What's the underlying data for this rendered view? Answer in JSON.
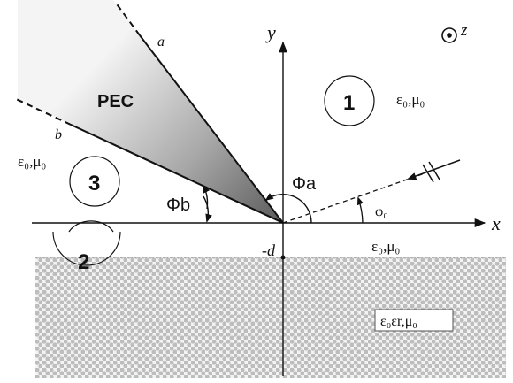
{
  "labels": {
    "pec": "PEC",
    "edge_a": "a",
    "edge_b": "b",
    "axis_y": "y",
    "axis_x": "x",
    "axis_z": "z",
    "region_1": "1",
    "region_2": "2",
    "region_3": "3",
    "medium_1": "ε₀,μ₀",
    "medium_3": "ε₀,μ₀",
    "medium_x": "ε₀,μ₀",
    "medium_substrate": "ε₀εr,μ₀",
    "angle_phi_a": "Φa",
    "angle_phi_b": "Φb",
    "angle_phi_0": "φ₀",
    "depth_d": "-d"
  },
  "colors": {
    "pec_dark": "#5a5a5a",
    "pec_light": "#f2f2f2",
    "dot_fill": "#bdbdbd",
    "substrate_bg": "#eeeeee",
    "ink": "#111111"
  }
}
